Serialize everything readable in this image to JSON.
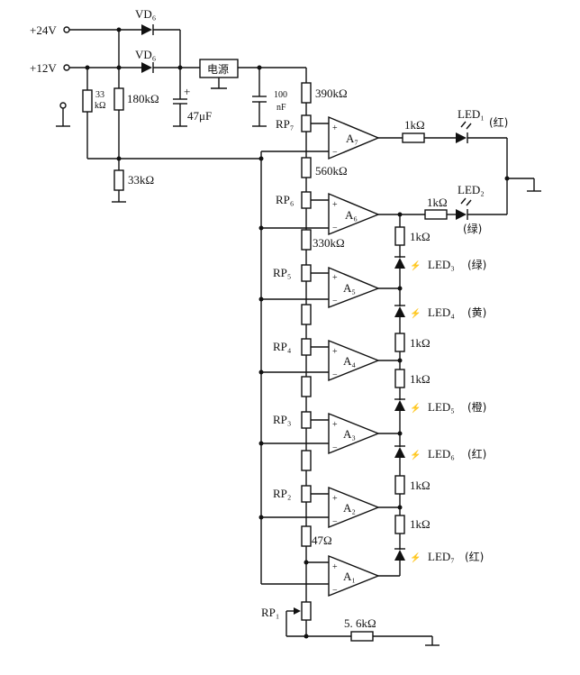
{
  "supplies": {
    "v24": "+24V",
    "v12": "+12V"
  },
  "diodes": {
    "vd_a": "VD₆",
    "vd_b": "VD₆"
  },
  "power_box": "电源",
  "caps": {
    "c1_value": "47μF",
    "c2_value_a": "100",
    "c2_value_b": "nF",
    "c1_polarity": "+"
  },
  "resistors": {
    "r33a": "33",
    "r33b": "kΩ",
    "r180": "180kΩ",
    "r33k": "33kΩ",
    "r390": "390kΩ",
    "r560": "560kΩ",
    "r330": "330kΩ",
    "r47": "47Ω",
    "r56": "5. 6kΩ",
    "out7": "1kΩ",
    "out6": "1kΩ",
    "led_r1": "1kΩ",
    "led_r2": "1kΩ",
    "led_r3": "1kΩ",
    "led_r4": "1kΩ",
    "led_r5": "1kΩ"
  },
  "pots": {
    "rp7": "RP₇",
    "rp6": "RP₆",
    "rp5": "RP₅",
    "rp4": "RP₄",
    "rp3": "RP₃",
    "rp2": "RP₂",
    "rp1": "RP₁"
  },
  "opamps": {
    "a7": "A₇",
    "a6": "A₆",
    "a5": "A₅",
    "a4": "A₄",
    "a3": "A₃",
    "a2": "A₂",
    "a1": "A₁",
    "plus": "+",
    "minus": "−"
  },
  "leds": {
    "led1": "LED₁",
    "led1_color": "(红)",
    "led2": "LED₂",
    "led2_color": "(绿)",
    "led3": "LED₃",
    "led3_color": "(绿)",
    "led4": "LED₄",
    "led4_color": "(黄)",
    "led5": "LED₅",
    "led5_color": "(橙)",
    "led6": "LED₆",
    "led6_color": "(红)",
    "led7": "LED₇",
    "led7_color": "(红)"
  }
}
